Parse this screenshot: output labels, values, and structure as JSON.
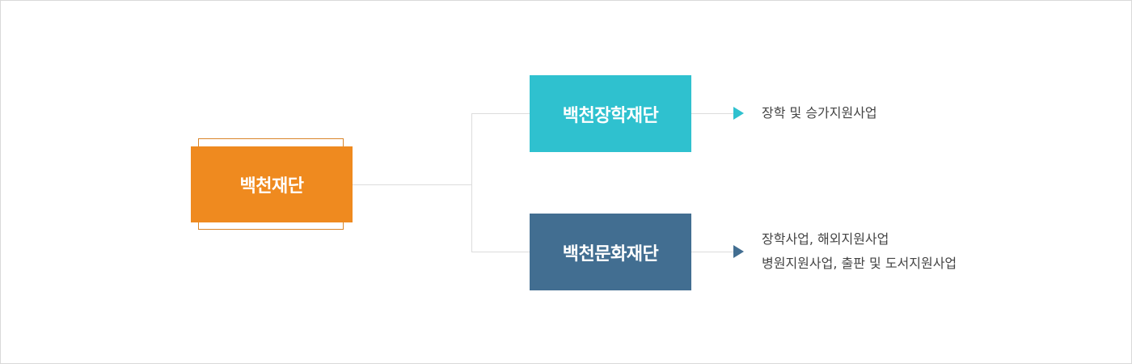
{
  "colors": {
    "root": "#ef8a1f",
    "root_outline": "#d9852a",
    "scholarship": "#2fc1cf",
    "culture": "#426e91",
    "connector": "#dcdcdc",
    "text": "#444444"
  },
  "root": {
    "label": "백천재단"
  },
  "branches": [
    {
      "label": "백천장학재단",
      "arrow_icon": "triangle-right-icon",
      "description": [
        "장학 및 승가지원사업"
      ]
    },
    {
      "label": "백천문화재단",
      "arrow_icon": "triangle-right-icon",
      "description": [
        "장학사업, 해외지원사업",
        "병원지원사업, 출판 및 도서지원사업"
      ]
    }
  ]
}
